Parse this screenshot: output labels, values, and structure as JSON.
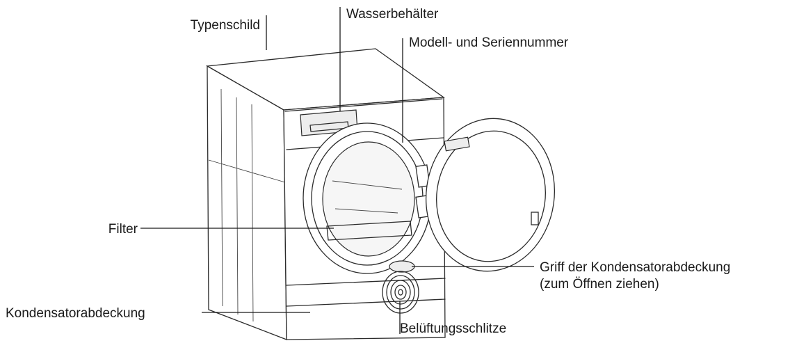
{
  "labels": {
    "typenschild": "Typenschild",
    "wasserbehaelter": "Wasserbehälter",
    "modell_seriennummer": "Modell- und Seriennummer",
    "filter": "Filter",
    "griff_line1": "Griff der Kondensatorabdeckung",
    "griff_line2": "(zum Öffnen ziehen)",
    "kondensatorabdeckung": "Kondensatorabdeckung",
    "belueftungsschlitze": "Belüftungsschlitze"
  }
}
